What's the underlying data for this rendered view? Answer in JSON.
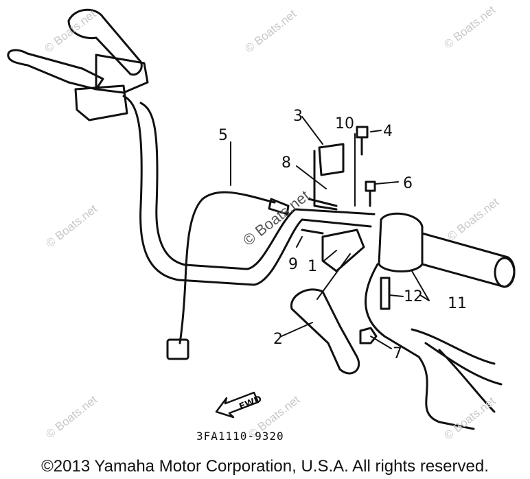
{
  "callouts": [
    {
      "id": "1",
      "text": "1"
    },
    {
      "id": "2",
      "text": "2"
    },
    {
      "id": "3",
      "text": "3"
    },
    {
      "id": "4",
      "text": "4"
    },
    {
      "id": "5",
      "text": "5"
    },
    {
      "id": "6",
      "text": "6"
    },
    {
      "id": "7",
      "text": "7"
    },
    {
      "id": "8",
      "text": "8"
    },
    {
      "id": "9",
      "text": "9"
    },
    {
      "id": "10",
      "text": "10"
    },
    {
      "id": "11",
      "text": "11"
    },
    {
      "id": "12",
      "text": "12"
    }
  ],
  "watermark": "© Boats.net",
  "fwd_label": "FWD",
  "part_code": "3FA1110-9320",
  "copyright": "©2013 Yamaha Motor Corporation, U.S.A. All rights reserved."
}
